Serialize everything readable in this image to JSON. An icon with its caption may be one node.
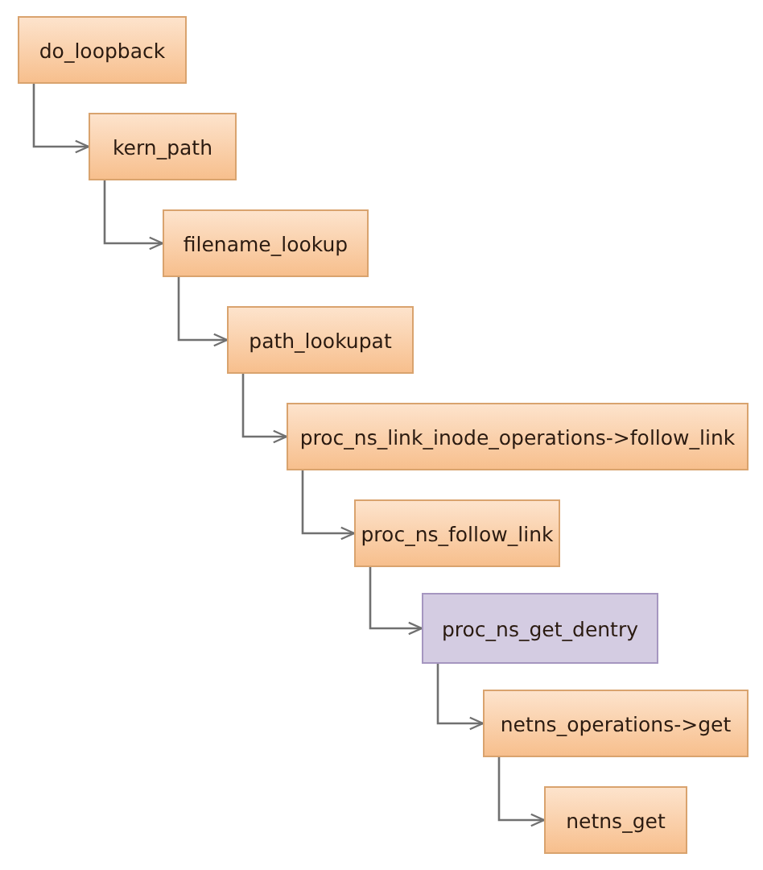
{
  "diagram": {
    "nodes": [
      {
        "text": [
          "do_loopback"
        ]
      },
      {
        "text": [
          "kern_path"
        ]
      },
      {
        "text": [
          "filename_lookup"
        ]
      },
      {
        "text": [
          "path_lookupat"
        ]
      },
      {
        "text": [
          "proc_ns_link_inode_operations->follow_link"
        ]
      },
      {
        "text": [
          "proc_ns_follow_link"
        ]
      },
      {
        "text": [
          "proc_ns_get_dentry"
        ]
      },
      {
        "text": [
          "netns_operations->get"
        ]
      },
      {
        "text": [
          "netns_get"
        ]
      }
    ],
    "edges": [
      {
        "from": 0,
        "to": 1,
        "arrow": "to"
      },
      {
        "from": 1,
        "to": 2,
        "arrow": "to"
      },
      {
        "from": 2,
        "to": 3,
        "arrow": "to"
      },
      {
        "from": 3,
        "to": 4,
        "arrow": "to"
      },
      {
        "from": 4,
        "to": 5,
        "arrow": "to"
      },
      {
        "from": 5,
        "to": 6,
        "arrow": "to"
      },
      {
        "from": 6,
        "to": 7,
        "arrow": "to"
      },
      {
        "from": 7,
        "to": 8,
        "arrow": "to"
      }
    ]
  }
}
